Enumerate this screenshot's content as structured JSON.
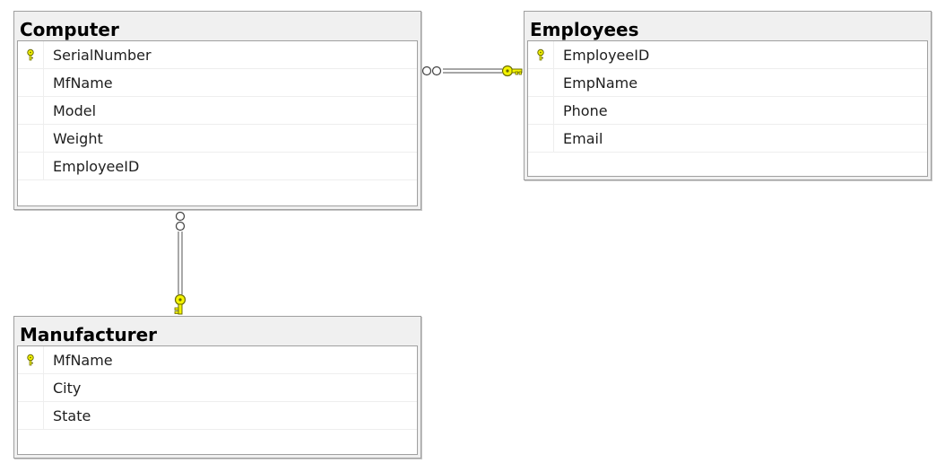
{
  "tables": {
    "computer": {
      "title": "Computer",
      "columns": [
        {
          "name": "SerialNumber",
          "primary_key": true
        },
        {
          "name": "MfName",
          "primary_key": false
        },
        {
          "name": "Model",
          "primary_key": false
        },
        {
          "name": "Weight",
          "primary_key": false
        },
        {
          "name": "EmployeeID",
          "primary_key": false
        }
      ]
    },
    "employees": {
      "title": "Employees",
      "columns": [
        {
          "name": "EmployeeID",
          "primary_key": true
        },
        {
          "name": "EmpName",
          "primary_key": false
        },
        {
          "name": "Phone",
          "primary_key": false
        },
        {
          "name": "Email",
          "primary_key": false
        }
      ]
    },
    "manufacturer": {
      "title": "Manufacturer",
      "columns": [
        {
          "name": "MfName",
          "primary_key": true
        },
        {
          "name": "City",
          "primary_key": false
        },
        {
          "name": "State",
          "primary_key": false
        }
      ]
    }
  },
  "relationships": [
    {
      "from": "computer",
      "to": "employees",
      "many_end": "computer",
      "key_end": "employees"
    },
    {
      "from": "computer",
      "to": "manufacturer",
      "many_end": "computer",
      "key_end": "manufacturer"
    }
  ],
  "colors": {
    "key_fill": "#f5f500",
    "key_outline": "#6b6b00",
    "connector": "#707070"
  },
  "icons": {
    "primary_key": "key-icon",
    "many_end": "infinity-icon"
  }
}
